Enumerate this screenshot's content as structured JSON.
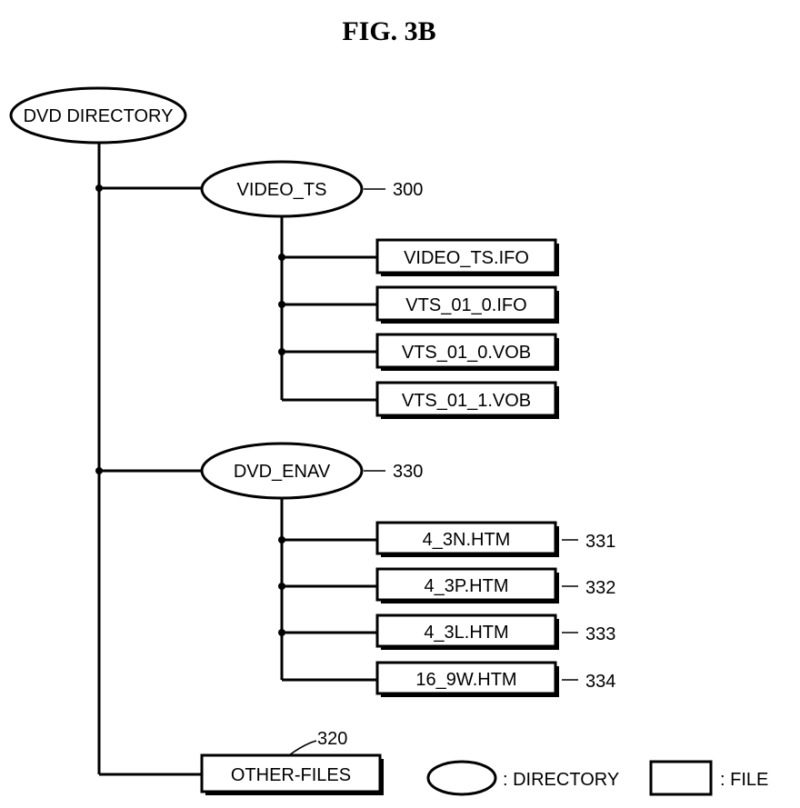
{
  "figure": {
    "title": "FIG. 3B"
  },
  "root": {
    "label": "DVD DIRECTORY"
  },
  "video_ts": {
    "label": "VIDEO_TS",
    "ref": "300",
    "files": [
      {
        "label": "VIDEO_TS.IFO",
        "ref": ""
      },
      {
        "label": "VTS_01_0.IFO",
        "ref": ""
      },
      {
        "label": "VTS_01_0.VOB",
        "ref": ""
      },
      {
        "label": "VTS_01_1.VOB",
        "ref": ""
      }
    ]
  },
  "dvd_enav": {
    "label": "DVD_ENAV",
    "ref": "330",
    "files": [
      {
        "label": "4_3N.HTM",
        "ref": "331"
      },
      {
        "label": "4_3P.HTM",
        "ref": "332"
      },
      {
        "label": "4_3L.HTM",
        "ref": "333"
      },
      {
        "label": "16_9W.HTM",
        "ref": "334"
      }
    ]
  },
  "other_files": {
    "label": "OTHER-FILES",
    "ref": "320"
  },
  "legend": {
    "directory_label": ": DIRECTORY",
    "file_label": ": FILE"
  }
}
